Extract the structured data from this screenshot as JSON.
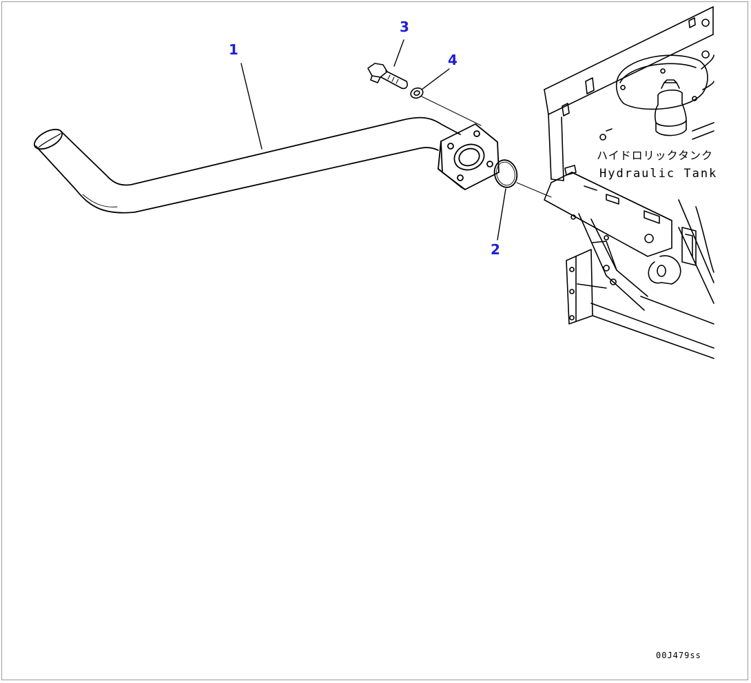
{
  "callouts": [
    {
      "id": "1",
      "label": "1"
    },
    {
      "id": "2",
      "label": "2"
    },
    {
      "id": "3",
      "label": "3"
    },
    {
      "id": "4",
      "label": "4"
    }
  ],
  "tank_label": {
    "japanese": "ハイドロリックタンク",
    "english": "Hydraulic Tank"
  },
  "drawing_code": "00J479ss",
  "colors": {
    "callout": "#1f1fd6",
    "line": "#000000",
    "border": "#9a9a9a"
  }
}
